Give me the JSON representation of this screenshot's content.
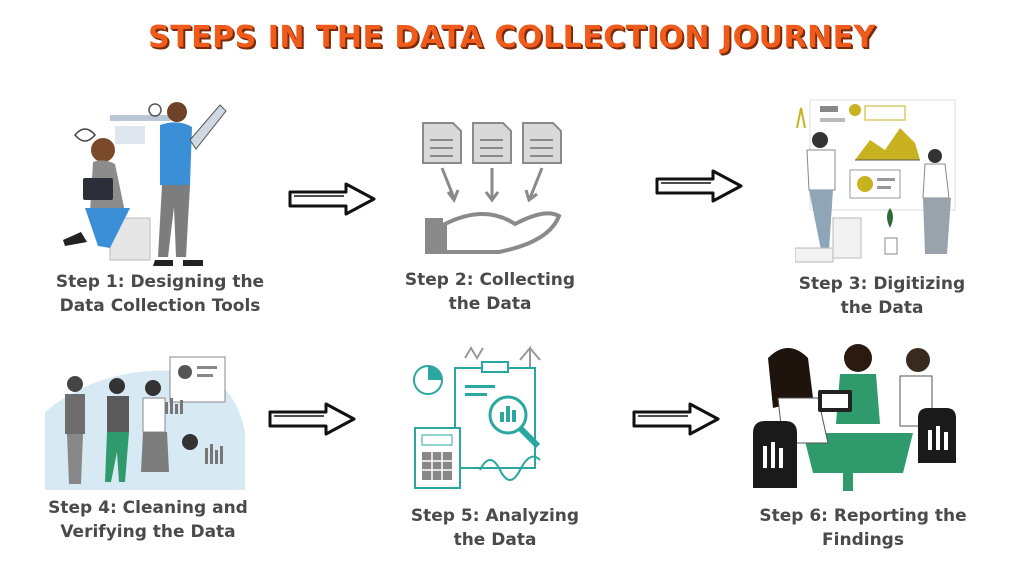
{
  "title": "STEPS IN THE DATA COLLECTION JOURNEY",
  "colors": {
    "title": "#f05a1a",
    "label": "#4a4a4a",
    "blue": "#2f8fd0",
    "gray": "#9a9a9a",
    "teal": "#2aa7a0",
    "olive": "#c8b21f",
    "green": "#2f9a6b"
  },
  "steps": [
    {
      "line1": "Step 1: Designing the",
      "line2": "Data Collection Tools",
      "icon": "designers-illustration"
    },
    {
      "line1": "Step 2: Collecting",
      "line2": "the Data",
      "icon": "documents-hand-illustration"
    },
    {
      "line1": "Step 3: Digitizing",
      "line2": "the Data",
      "icon": "dashboard-people-illustration"
    },
    {
      "line1": "Step 4: Cleaning and",
      "line2": "Verifying the Data",
      "icon": "people-cleaning-illustration"
    },
    {
      "line1": "Step 5: Analyzing",
      "line2": "the Data",
      "icon": "analysis-tools-illustration"
    },
    {
      "line1": "Step 6: Reporting the",
      "line2": "Findings",
      "icon": "meeting-illustration"
    }
  ]
}
